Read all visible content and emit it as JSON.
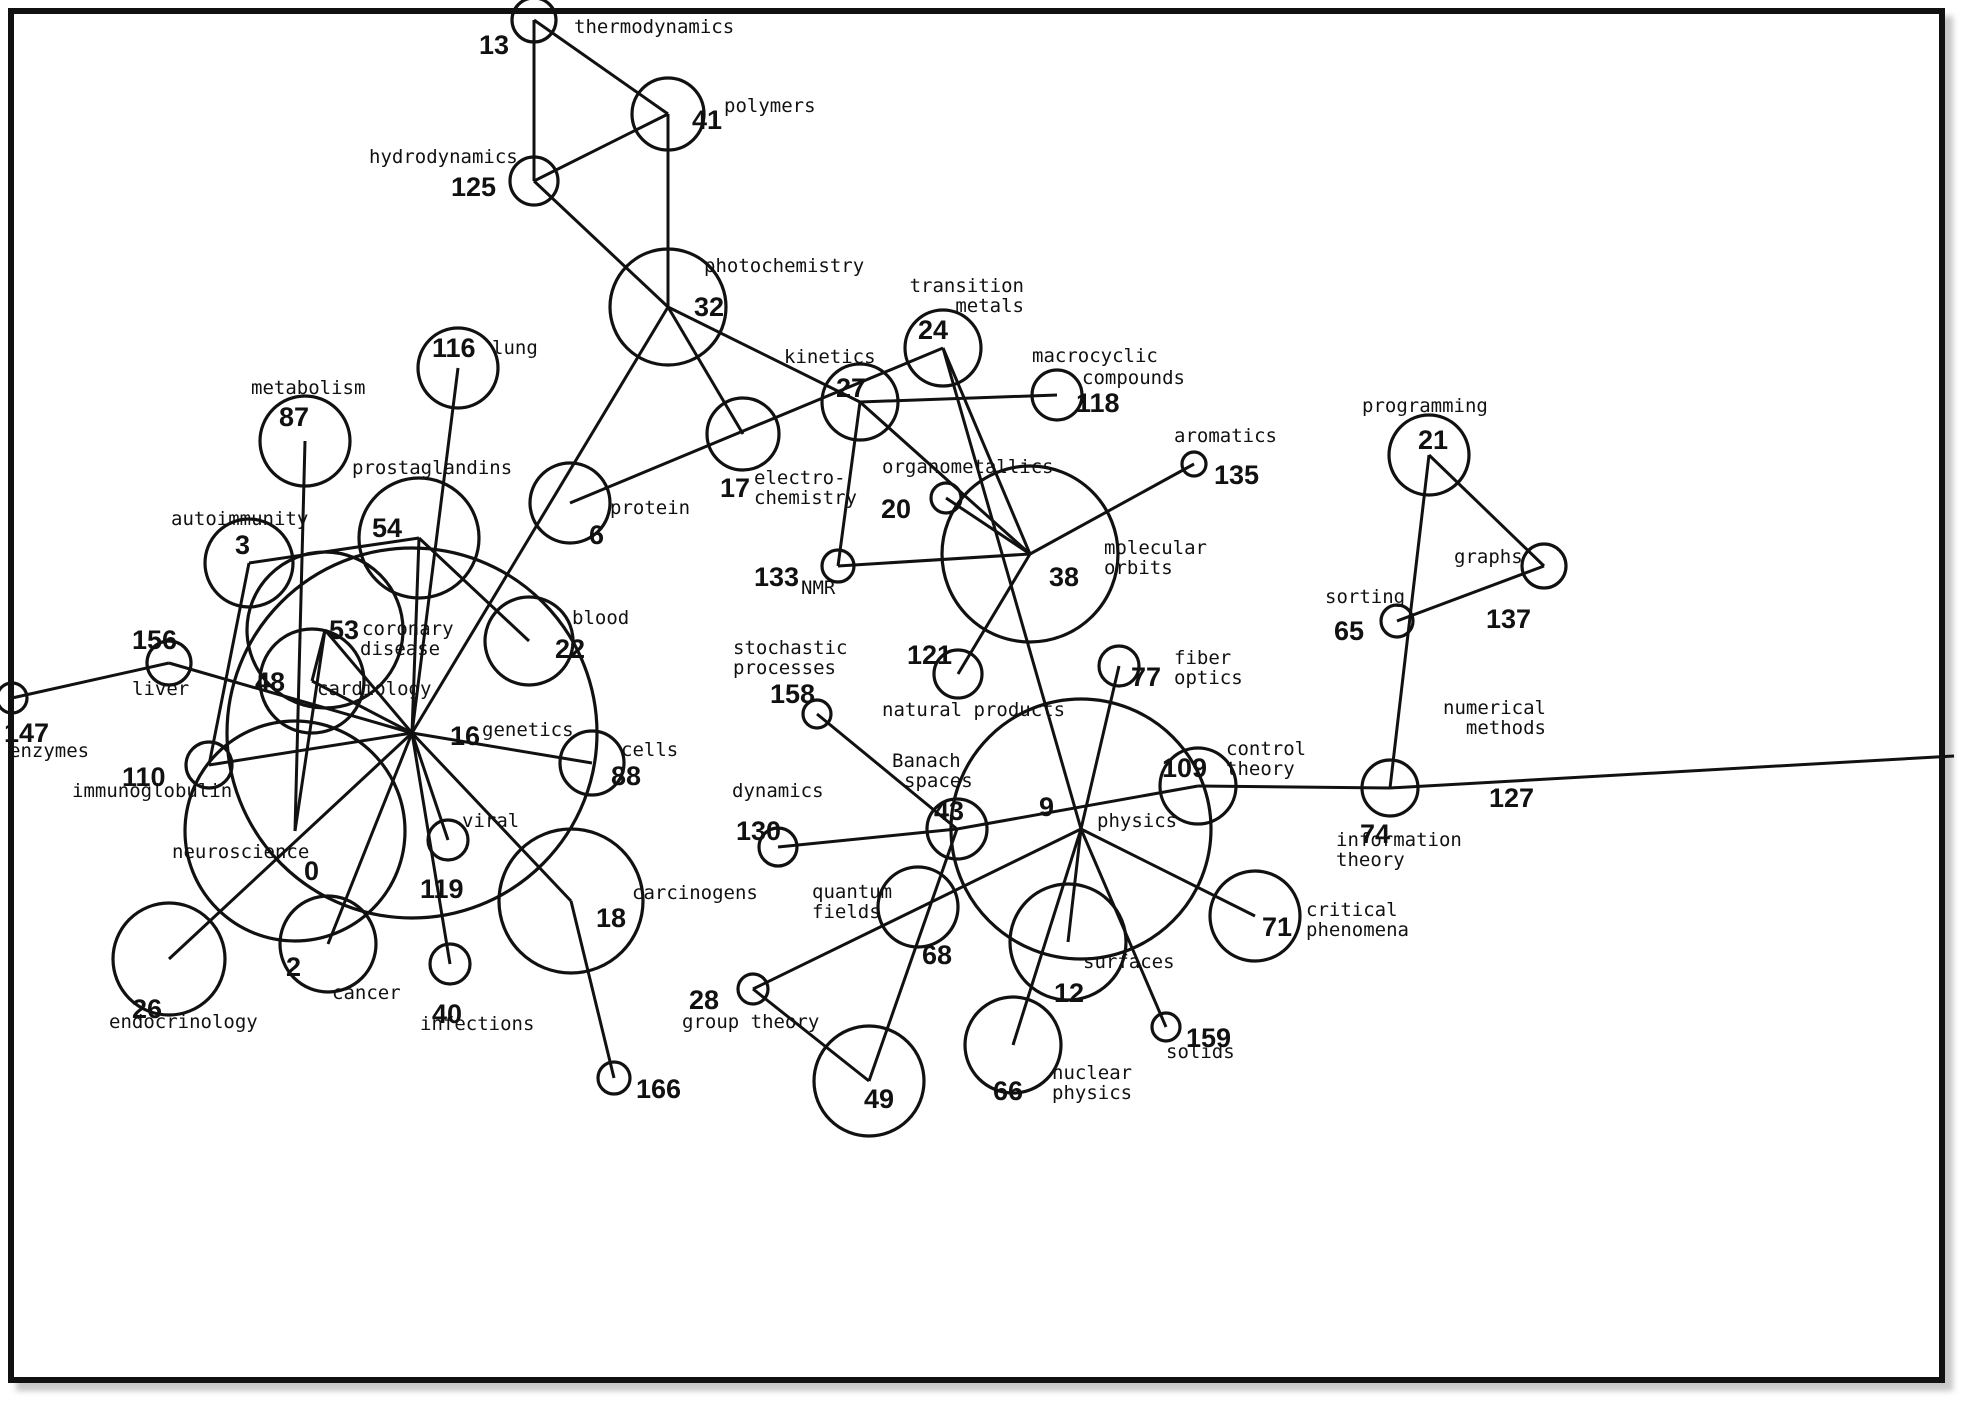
{
  "nodes": [
    {
      "id": "13",
      "r": 22,
      "labels": [
        "thermodynamics"
      ]
    },
    {
      "id": "41",
      "r": 36,
      "labels": [
        "polymers"
      ]
    },
    {
      "id": "125",
      "r": 24,
      "labels": [
        "hydrodynamics"
      ]
    },
    {
      "id": "32",
      "r": 58,
      "labels": [
        "photochemistry"
      ]
    },
    {
      "id": "24",
      "r": 38,
      "labels": [
        "transition",
        "metals"
      ]
    },
    {
      "id": "27",
      "r": 38,
      "labels": [
        "kinetics"
      ]
    },
    {
      "id": "118",
      "r": 25,
      "labels": [
        "macrocyclic",
        "compounds"
      ]
    },
    {
      "id": "116",
      "r": 40,
      "labels": [
        "lung"
      ]
    },
    {
      "id": "87",
      "r": 45,
      "labels": [
        "metabolism"
      ]
    },
    {
      "id": "17",
      "r": 36,
      "labels": [
        "electro-",
        "chemistry"
      ]
    },
    {
      "id": "6",
      "r": 40,
      "labels": [
        "protein"
      ]
    },
    {
      "id": "135",
      "r": 12,
      "labels": [
        "aromatics"
      ]
    },
    {
      "id": "21",
      "r": 40,
      "labels": [
        "programming"
      ]
    },
    {
      "id": "20",
      "r": 15,
      "labels": [
        "organometallics"
      ]
    },
    {
      "id": "54",
      "r": 60,
      "labels": [
        "prostaglandins"
      ]
    },
    {
      "id": "3",
      "r": 44,
      "labels": [
        "autoimmunity"
      ]
    },
    {
      "id": "38",
      "r": 88,
      "labels": [
        "molecular",
        "orbits"
      ]
    },
    {
      "id": "133",
      "r": 16,
      "labels": [
        "NMR"
      ]
    },
    {
      "id": "137",
      "r": 22,
      "labels": [
        "graphs"
      ]
    },
    {
      "id": "53",
      "r": 78,
      "labels": [
        "coronary",
        "disease"
      ]
    },
    {
      "id": "22",
      "r": 44,
      "labels": [
        "blood"
      ]
    },
    {
      "id": "65",
      "r": 16,
      "labels": [
        "sorting"
      ]
    },
    {
      "id": "156",
      "r": 22,
      "labels": [
        "liver"
      ]
    },
    {
      "id": "48",
      "r": 52,
      "labels": [
        "cardiology"
      ]
    },
    {
      "id": "121",
      "r": 24,
      "labels": [
        "natural products"
      ]
    },
    {
      "id": "77",
      "r": 20,
      "labels": [
        "fiber",
        "optics"
      ]
    },
    {
      "id": "158",
      "r": 14,
      "labels": [
        "stochastic",
        "processes"
      ]
    },
    {
      "id": "147",
      "r": 15,
      "labels": [
        "enzymes"
      ]
    },
    {
      "id": "16",
      "r": 185,
      "labels": [
        "genetics"
      ]
    },
    {
      "id": "110",
      "r": 23,
      "labels": [
        "immunoglobulin"
      ]
    },
    {
      "id": "88",
      "r": 32,
      "labels": [
        "cells"
      ]
    },
    {
      "id": "109",
      "r": 38,
      "labels": [
        "control",
        "theory"
      ]
    },
    {
      "id": "127",
      "r": 0,
      "labels": [
        "numerical",
        "methods"
      ]
    },
    {
      "id": "43",
      "r": 30,
      "labels": [
        "Banach",
        "spaces"
      ]
    },
    {
      "id": "9",
      "r": 130,
      "labels": [
        "physics"
      ]
    },
    {
      "id": "74",
      "r": 28,
      "labels": [
        "information",
        "theory"
      ]
    },
    {
      "id": "130",
      "r": 19,
      "labels": [
        "dynamics"
      ]
    },
    {
      "id": "119",
      "r": 20,
      "labels": [
        "viral"
      ]
    },
    {
      "id": "0",
      "r": 110,
      "labels": [
        "neuroscience"
      ]
    },
    {
      "id": "18",
      "r": 72,
      "labels": [
        "carcinogens"
      ]
    },
    {
      "id": "68",
      "r": 40,
      "labels": [
        "quantum",
        "fields"
      ]
    },
    {
      "id": "71",
      "r": 45,
      "labels": [
        "critical",
        "phenomena"
      ]
    },
    {
      "id": "2",
      "r": 48,
      "labels": [
        "cancer"
      ]
    },
    {
      "id": "12",
      "r": 58,
      "labels": [
        "surfaces"
      ]
    },
    {
      "id": "26",
      "r": 56,
      "labels": [
        "endocrinology"
      ]
    },
    {
      "id": "28",
      "r": 15,
      "labels": [
        "group theory"
      ]
    },
    {
      "id": "40",
      "r": 20,
      "labels": [
        "infections"
      ]
    },
    {
      "id": "159",
      "r": 14,
      "labels": [
        "solids"
      ]
    },
    {
      "id": "166",
      "r": 16,
      "labels": [
        ""
      ]
    },
    {
      "id": "66",
      "r": 48,
      "labels": [
        "nuclear",
        "physics"
      ]
    },
    {
      "id": "49",
      "r": 55,
      "labels": [
        ""
      ]
    }
  ],
  "edges": [
    [
      "13",
      "41"
    ],
    [
      "13",
      "125"
    ],
    [
      "125",
      "41"
    ],
    [
      "125",
      "32"
    ],
    [
      "41",
      "32"
    ],
    [
      "32",
      "17"
    ],
    [
      "32",
      "27"
    ],
    [
      "32",
      "16"
    ],
    [
      "6",
      "24"
    ],
    [
      "24",
      "38"
    ],
    [
      "24",
      "9"
    ],
    [
      "27",
      "118"
    ],
    [
      "27",
      "133"
    ],
    [
      "27",
      "38"
    ],
    [
      "20",
      "38"
    ],
    [
      "133",
      "38"
    ],
    [
      "135",
      "38"
    ],
    [
      "121",
      "38"
    ],
    [
      "21",
      "74"
    ],
    [
      "21",
      "137"
    ],
    [
      "65",
      "137"
    ],
    [
      "116",
      "16"
    ],
    [
      "87",
      "0"
    ],
    [
      "3",
      "54"
    ],
    [
      "3",
      "110"
    ],
    [
      "54",
      "16"
    ],
    [
      "54",
      "22"
    ],
    [
      "53",
      "16"
    ],
    [
      "53",
      "0"
    ],
    [
      "53",
      "48"
    ],
    [
      "48",
      "16"
    ],
    [
      "147",
      "156"
    ],
    [
      "156",
      "16"
    ],
    [
      "16",
      "110"
    ],
    [
      "16",
      "88"
    ],
    [
      "16",
      "119"
    ],
    [
      "16",
      "40"
    ],
    [
      "16",
      "26"
    ],
    [
      "16",
      "18"
    ],
    [
      "18",
      "166"
    ],
    [
      "158",
      "43"
    ],
    [
      "43",
      "130"
    ],
    [
      "43",
      "109"
    ],
    [
      "43",
      "49"
    ],
    [
      "109",
      "74"
    ],
    [
      "74",
      "127"
    ],
    [
      "9",
      "77"
    ],
    [
      "9",
      "71"
    ],
    [
      "9",
      "12"
    ],
    [
      "9",
      "159"
    ],
    [
      "9",
      "66"
    ],
    [
      "9",
      "28"
    ],
    [
      "28",
      "49"
    ],
    [
      "16",
      "2"
    ]
  ]
}
